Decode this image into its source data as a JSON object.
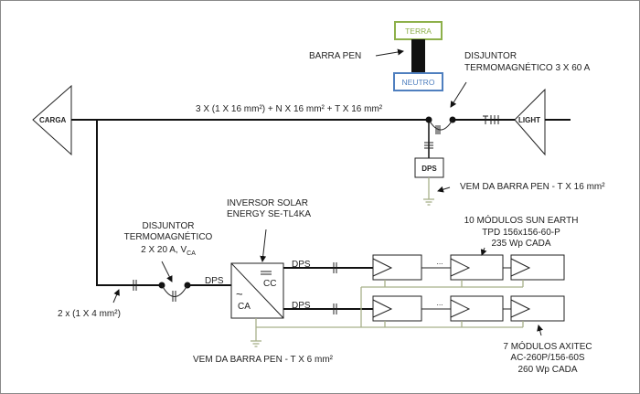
{
  "bus_bar": {
    "ground_label": "TERRA",
    "neutral_label": "NEUTRO",
    "title": "BARRA PEN",
    "ground_color": "#8db04a",
    "neutral_color": "#4f7fbf"
  },
  "main_breaker": {
    "line1": "DISJUNTOR",
    "line2": "TERMOMAGNÉTICO  3 X 60 A"
  },
  "load_label": "CARGA",
  "grid_label": "LIGHT",
  "main_cable": "3 X (1 X 16 mm²) + N X 16 mm² + T X 16 mm²",
  "surge_protector": {
    "label": "DPS",
    "ground_note": "VEM  DA BARRA PEN -  T X 16 mm²"
  },
  "inverter": {
    "line1": "INVERSOR SOLAR",
    "line2": "ENERGY SE-TL4KA",
    "dc_label": "CC",
    "ac_label": "CA",
    "dc_symbol": "=",
    "ac_symbol": "~",
    "ground_note": "VEM  DA BARRA PEN -  T X 6 mm²"
  },
  "ac_breaker": {
    "line1": "DISJUNTOR",
    "line2": "TERMOMAGNÉTICO",
    "line3": "2 X 20 A, V",
    "line3_sub": "CA"
  },
  "ac_cable": "2 x (1 X 4 mm²)",
  "dps_labels": {
    "ac": "DPS",
    "dc_upper": "DPS",
    "dc_lower": "DPS"
  },
  "string_upper": {
    "line1": "10 MÓDULOS SUN EARTH",
    "line2": "TPD 156x156-60-P",
    "line3": "235  Wp CADA",
    "ellipsis": "..."
  },
  "string_lower": {
    "line1": "7 MÓDULOS  AXITEC",
    "line2": "AC-260P/156-60S",
    "line3": "260  Wp CADA",
    "ellipsis": "..."
  }
}
